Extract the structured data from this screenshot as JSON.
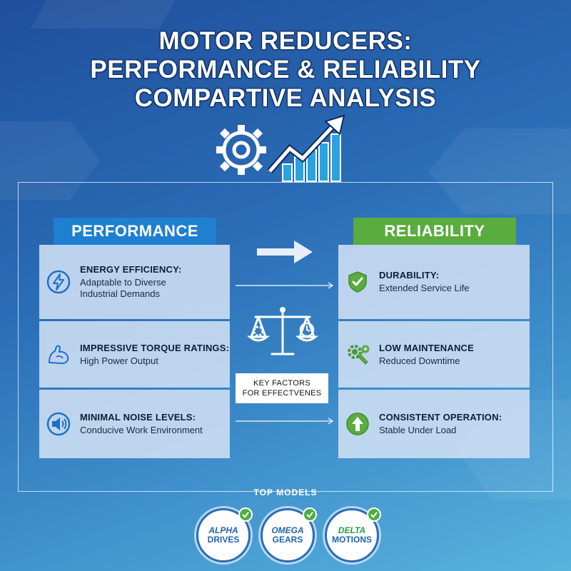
{
  "title": {
    "line1": "MOTOR REDUCERS:",
    "line2": "PERFORMANCE & RELIABILITY",
    "line3": "COMPARTIVE ANALYSIS"
  },
  "performance": {
    "header": "PERFORMANCE",
    "color": "#1f7fd0",
    "items": [
      {
        "icon": "lightning-icon",
        "heading": "ENERGY EFFICIENCY:",
        "desc_line1": "Adaptable to Diverse",
        "desc_line2": "Industrial Demands"
      },
      {
        "icon": "flexed-arm-icon",
        "heading": "IMPRESSIVE TORQUE RATINGS:",
        "desc_line1": "High Power Output"
      },
      {
        "icon": "speaker-icon",
        "heading": "MINIMAL NOISE LEVELS:",
        "desc_line1": "Conducive Work Environment"
      }
    ]
  },
  "reliability": {
    "header": "RELIABILITY",
    "color": "#5aac3e",
    "items": [
      {
        "icon": "shield-check-icon",
        "heading": "DURABILITY:",
        "desc_line1": "Extended Service Life"
      },
      {
        "icon": "wrench-gear-icon",
        "heading": "LOW MAINTENANCE",
        "desc_line1": "Reduced Downtime"
      },
      {
        "icon": "up-arrow-icon",
        "heading": "CONSISTENT OPERATION:",
        "desc_line1": "Stable Under Load"
      }
    ]
  },
  "center": {
    "icon": "balance-scale-icon",
    "key_line1": "KEY FACTORS",
    "key_line2": "FOR EFFECTVENES"
  },
  "top_models": {
    "label": "TOP MODELS",
    "badges": [
      {
        "line1": "ALPHA",
        "line2": "DRIVES"
      },
      {
        "line1": "OMEGA",
        "line2": "GEARS"
      },
      {
        "line1": "DELTA",
        "line2": "MOTIONS"
      }
    ]
  }
}
